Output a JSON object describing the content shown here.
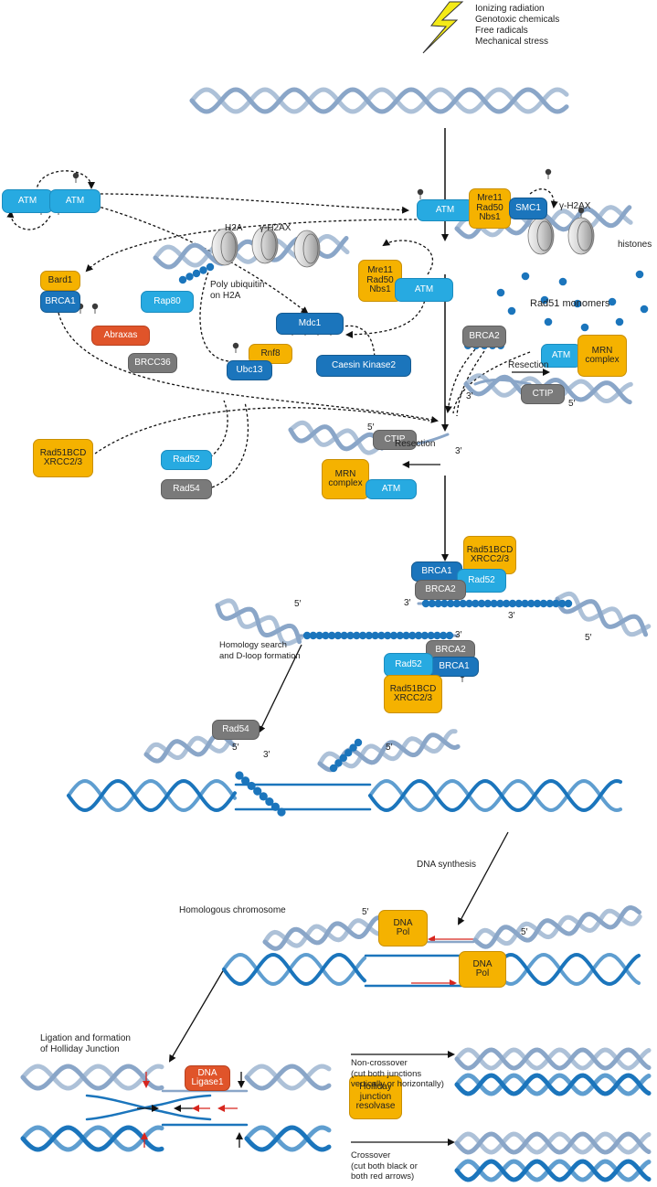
{
  "stressors": [
    "Ionizing radiation",
    "Genotoxic chemicals",
    "Free radicals",
    "Mechanical stress"
  ],
  "proteins": {
    "atm": "ATM",
    "mre11_rad50_nbs1": "Mre11\nRad50\nNbs1",
    "smc1": "SMC1",
    "bard1": "Bard1",
    "brca1": "BRCA1",
    "brca2": "BRCA2",
    "abraxas": "Abraxas",
    "brcc36": "BRCC36",
    "rap80": "Rap80",
    "mdc1": "Mdc1",
    "rnf8": "Rnf8",
    "ubc13": "Ubc13",
    "caesin_kinase2": "Caesin Kinase2",
    "mrn_complex": "MRN\ncomplex",
    "ctip": "CTIP",
    "rad52": "Rad52",
    "rad54": "Rad54",
    "rad51bcd": "Rad51BCD\nXRCC2/3",
    "dna_pol": "DNA\nPol",
    "dna_ligase1": "DNA\nLigase1",
    "holliday_resolvase": "Holliday\njunction\nresolvase"
  },
  "labels": {
    "h2a": "H2A",
    "gamma_h2ax": "γ-H2AX",
    "histones": "histones",
    "poly_ubiquitin": "Poly ubiquitin\non H2A",
    "rad51_monomers": "Rad51 monomers",
    "resection": "Resection",
    "prime3": "3′",
    "prime5": "5′",
    "homology_search": "Homology search\nand D-loop formation",
    "dna_synthesis": "DNA synthesis",
    "homologous_chromosome": "Homologous chromosome",
    "ligation": "Ligation and formation\nof Holliday Junction",
    "non_crossover": "Non-crossover\n(cut both junctions\nvertically or horizontally)",
    "crossover": "Crossover\n(cut both black or\nboth red arrows)"
  },
  "colors": {
    "dna_light": "#8aa6c8",
    "dna_dark": "#1b75bc",
    "protein_blue": "#27aae1",
    "protein_darkblue": "#1b75bc",
    "protein_yellow": "#f5b200",
    "protein_gray": "#7a7a7a",
    "protein_red": "#e0542a",
    "arrow_red": "#d7261e",
    "lightning": "#f4ea17"
  }
}
